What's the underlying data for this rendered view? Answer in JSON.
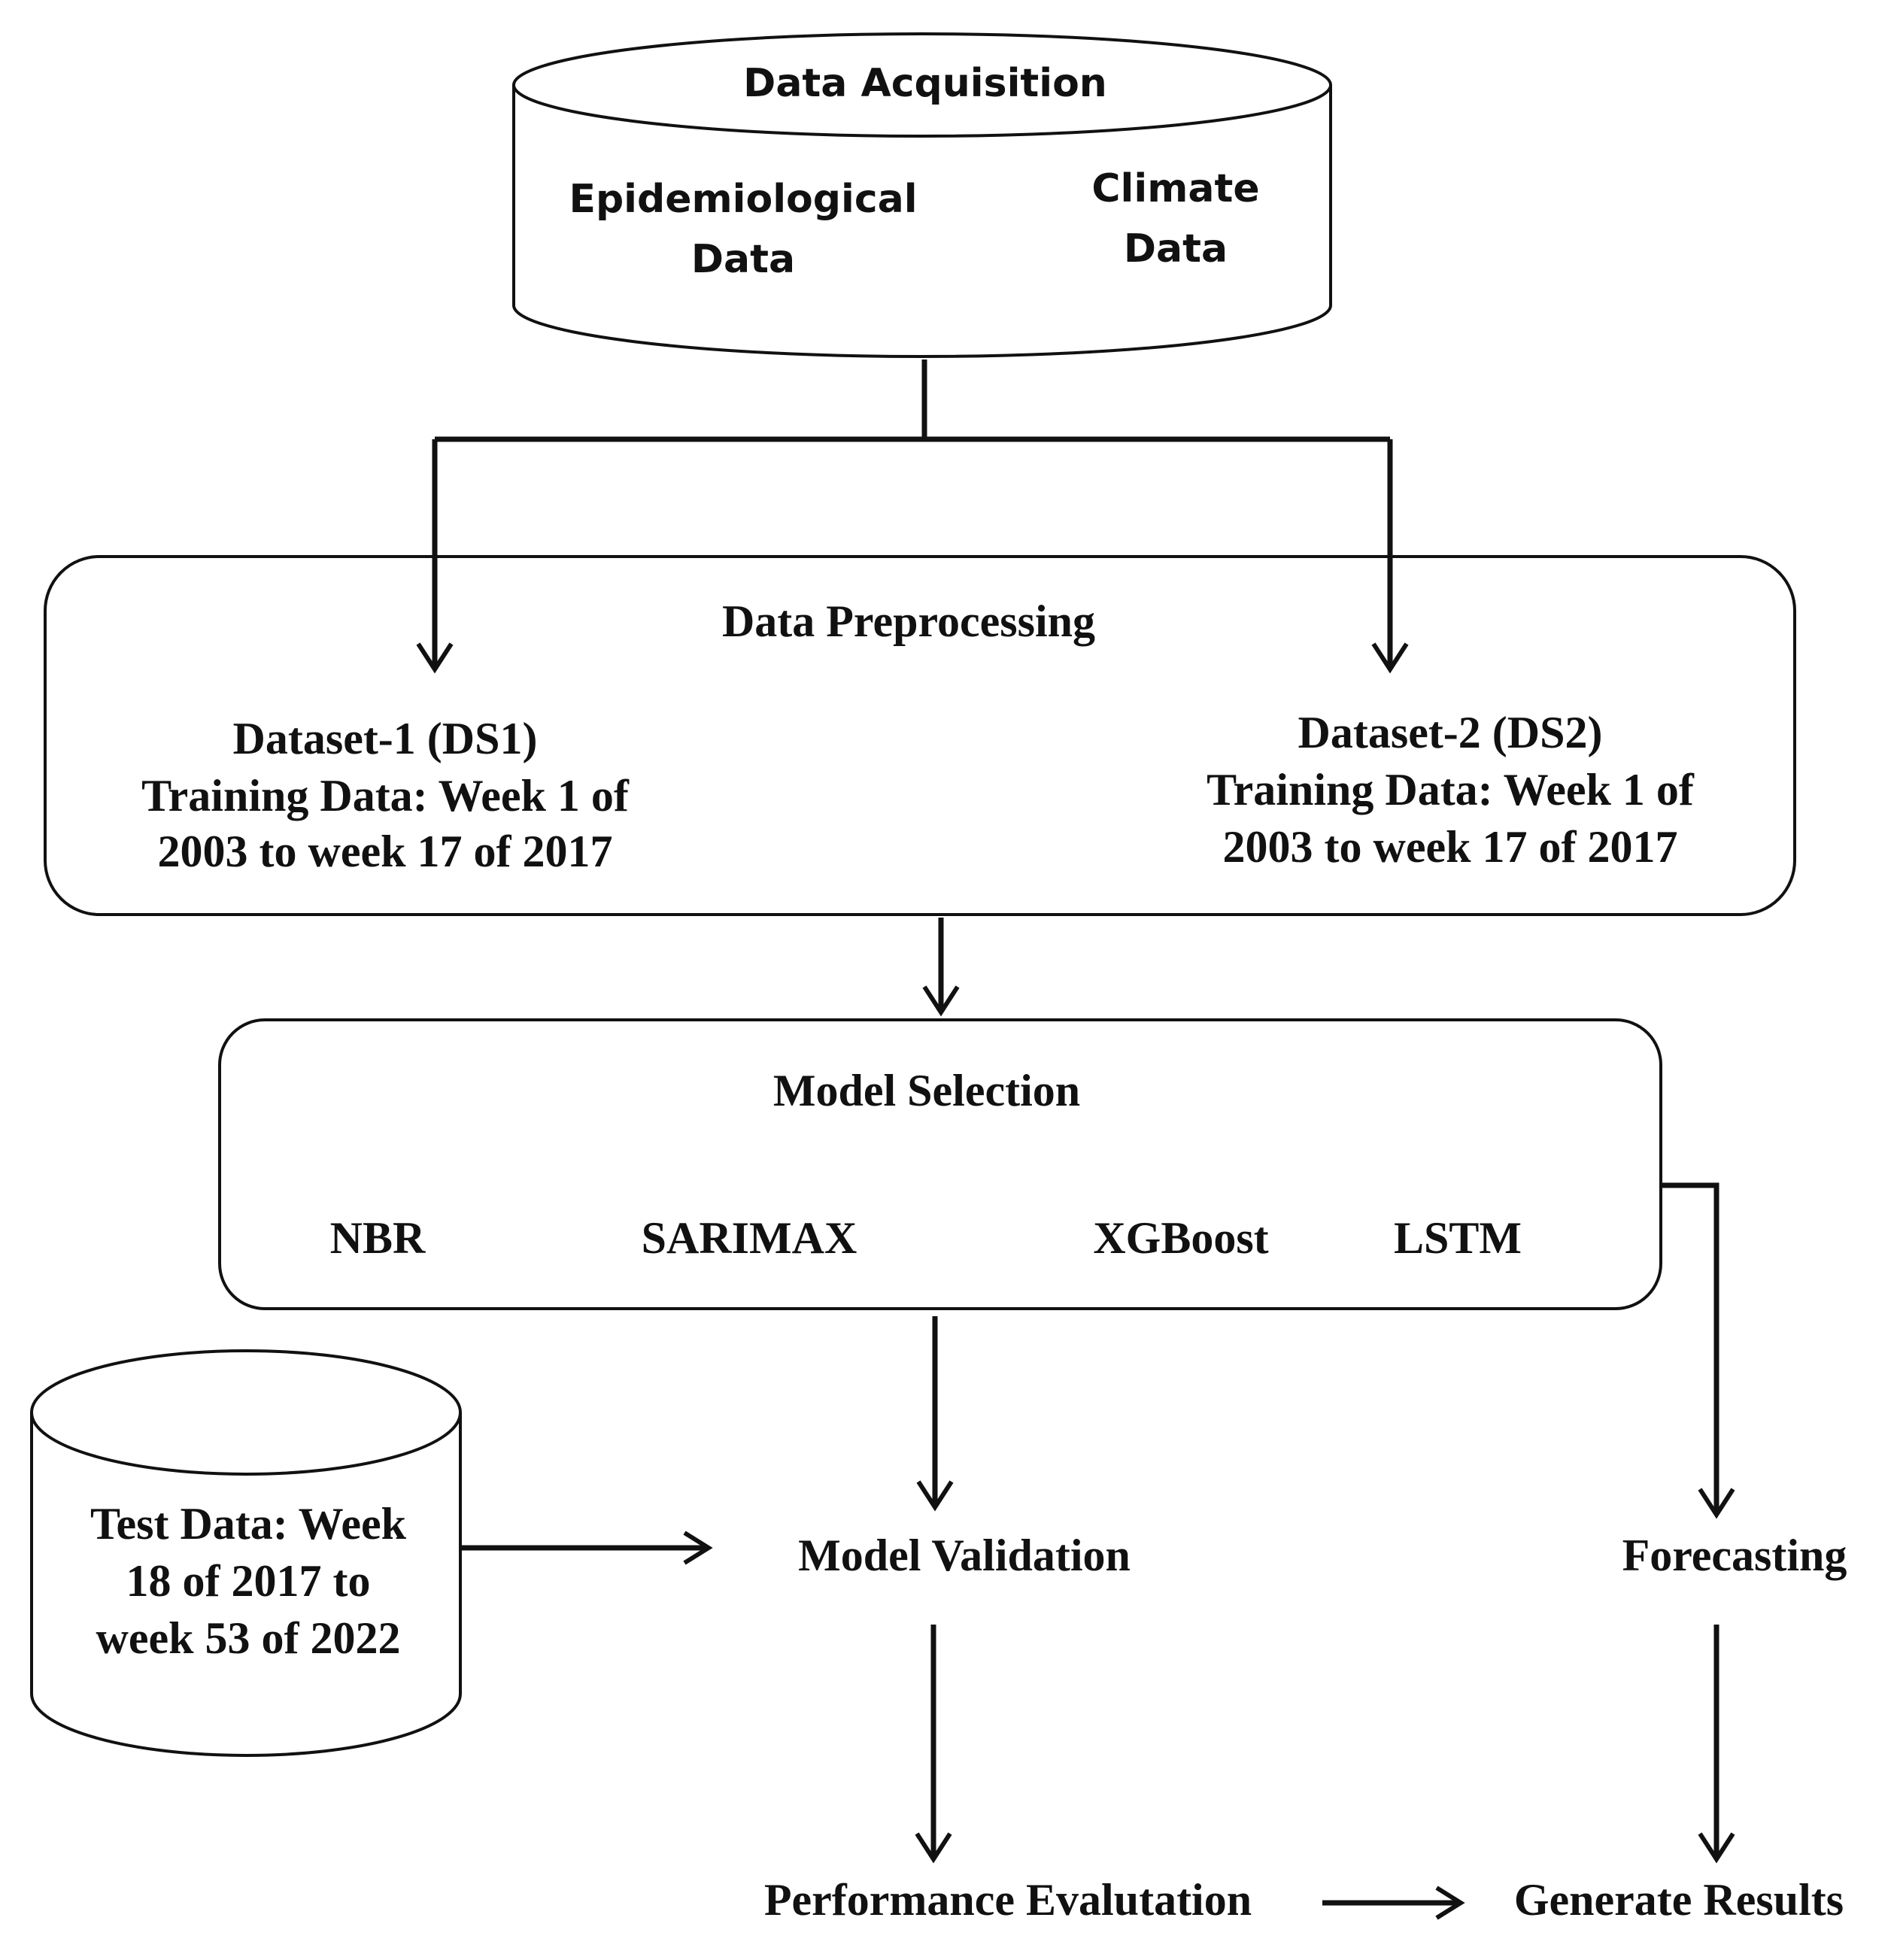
{
  "data_acquisition": {
    "title": "Data Acquisition",
    "epidemiological_line1": "Epidemiological",
    "epidemiological_line2": "Data",
    "climate_line1": "Climate",
    "climate_line2": "Data"
  },
  "preprocessing": {
    "title": "Data Preprocessing",
    "ds1": {
      "line1": "Dataset-1 (DS1)",
      "line2": "Training Data: Week 1 of",
      "line3": "2003 to week 17 of 2017"
    },
    "ds2": {
      "line1": "Dataset-2 (DS2)",
      "line2": "Training Data: Week 1 of",
      "line3": "2003 to week 17 of 2017"
    }
  },
  "model_selection": {
    "title": "Model Selection",
    "models": [
      "NBR",
      "SARIMAX",
      "XGBoost",
      "LSTM"
    ]
  },
  "test_data": {
    "line1": "Test Data: Week",
    "line2": "18 of 2017 to",
    "line3": "week 53 of 2022"
  },
  "stages": {
    "model_validation": "Model Validation",
    "forecasting": "Forecasting",
    "performance_evaluation": "Performance Evalutation",
    "generate_results": "Generate Results"
  }
}
